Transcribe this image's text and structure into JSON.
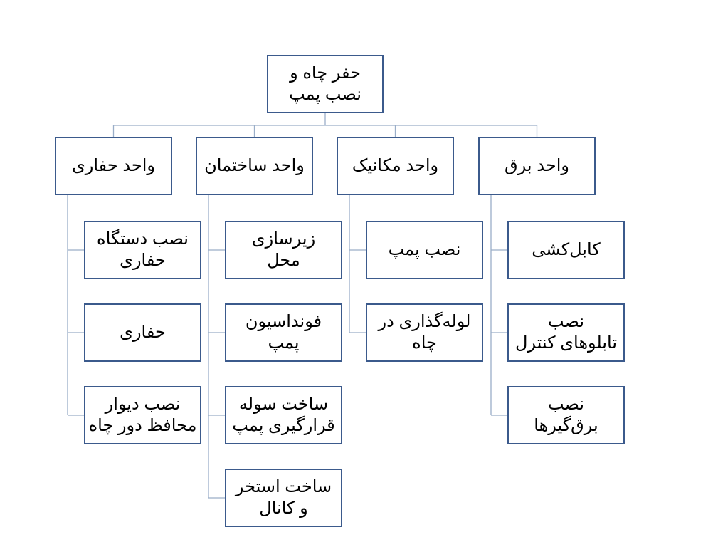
{
  "root": {
    "lines": [
      "حفر چاه و",
      "نصب پمپ"
    ]
  },
  "columns": [
    {
      "title": "واحد حفاری",
      "items": [
        [
          "نصب دستگاه",
          "حفاری"
        ],
        [
          "حفاری"
        ],
        [
          "نصب دیوار",
          "محافظ دور چاه"
        ]
      ]
    },
    {
      "title": "واحد ساختمان",
      "items": [
        [
          "زیرسازی",
          "محل"
        ],
        [
          "فونداسیون",
          "پمپ"
        ],
        [
          "ساخت سوله",
          "قرارگیری پمپ"
        ],
        [
          "ساخت استخر",
          "و کانال"
        ]
      ]
    },
    {
      "title": "واحد مکانیک",
      "items": [
        [
          "نصب پمپ"
        ],
        [
          "لوله‌گذاری در",
          "چاه"
        ]
      ]
    },
    {
      "title": "واحد برق",
      "items": [
        [
          "کابل‌کشی"
        ],
        [
          "نصب",
          "تابلوهای کنترل"
        ],
        [
          "نصب",
          "برق‌گیرها"
        ]
      ]
    }
  ],
  "colors": {
    "border": "#3b5a8c",
    "connector": "#9aaec8"
  }
}
